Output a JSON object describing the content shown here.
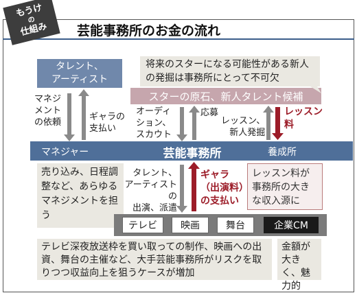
{
  "header": {
    "tag_line1": "もうけ",
    "tag_line2": "の",
    "tag_line3": "仕組み",
    "title": "芸能事務所のお金の流れ"
  },
  "boxes": {
    "talent": [
      "タレント、",
      "アーティスト"
    ],
    "star_note": "将来のスターになる可能性がある新人の発掘は事務所にとって不可欠",
    "candidates": "スターの原石、新人タレント候補",
    "manager": "マネジャー",
    "office": "芸能事務所",
    "school": "養成所",
    "manager_work": "売り込み、日程調整など、あらゆるマネジメントを担う",
    "lesson_income": "レッスン料が事務所の大きな収入源に",
    "bottom_note": "テレビ深夜放送枠を買い取っての制作、映画への出資、舞台の主催など、大手芸能事務所がリスクを取りつつ収益向上を狙うケースが増加",
    "cm_note": "金額が大きく、魅力的"
  },
  "labels": {
    "mgmt_request": [
      "マネジ",
      "メント",
      "の依頼"
    ],
    "pay": [
      "ギャラの",
      "支払い"
    ],
    "audition": [
      "オーディ",
      "ション、",
      "スカウト"
    ],
    "apply": "応募",
    "lesson_find": [
      "レッスン、",
      "新人発掘"
    ],
    "lesson_fee": [
      "レッスン",
      "料"
    ],
    "dispatch": [
      "タレント、",
      "アーティストの",
      "出演、派遣"
    ],
    "gara": [
      "ギャラ",
      "（出演料）",
      "の支払い"
    ]
  },
  "media": [
    "テレビ",
    "映画",
    "舞台",
    "企業CM"
  ]
}
